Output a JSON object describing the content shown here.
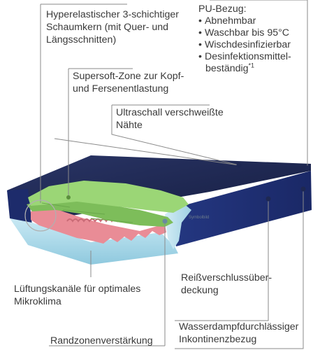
{
  "labels": {
    "core_line1": "Hyperelastischer 3-schichtiger",
    "core_line2": "Schaumkern (mit Quer- und",
    "core_line3": "Längsschnitten)",
    "supersoft_line1": "Supersoft-Zone zur Kopf-",
    "supersoft_line2": "und Fersenentlastung",
    "seams_line1": "Ultraschall verschweißte",
    "seams_line2": "Nähte",
    "pu_title": "PU-Bezug:",
    "pu_items": [
      "Abnehmbar",
      "Waschbar bis 95°C",
      "Wischdesinfizierbar",
      "Desinfektionsmittel-"
    ],
    "pu_item_cont": "beständig",
    "pu_footnote": "*1",
    "zipper_line1": "Reißverschlussüber-",
    "zipper_line2": "deckung",
    "air_line1": "Lüftungskanäle für optimales",
    "air_line2": "Mikroklima",
    "edge": "Randzonenverstärkung",
    "cover_line1": "Wasserdampfdurchlässiger",
    "cover_line2": "Inkontinenzbezug",
    "symbol": "Symbolbild"
  },
  "colors": {
    "cover_top": "#1e2852",
    "cover_side": "#1f2e6e",
    "green_foam": "#8fce6a",
    "pink_foam": "#e98c96",
    "base_foam": "#a9d8ea",
    "leader": "#8a8a8a"
  }
}
